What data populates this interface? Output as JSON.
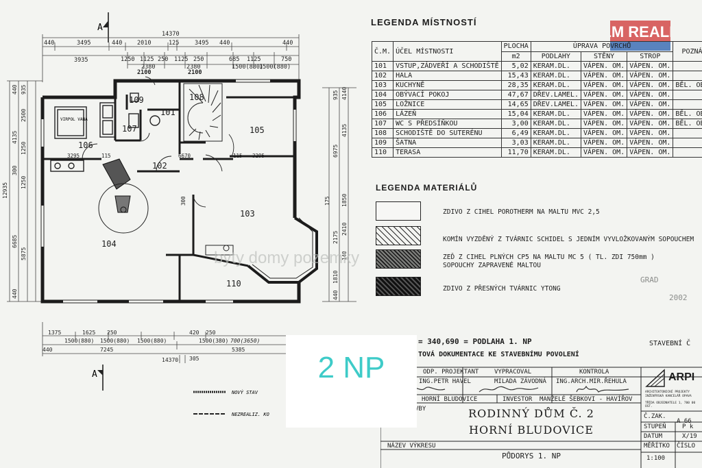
{
  "overlay": {
    "label": "2 NP"
  },
  "watermark": {
    "brand_text": "M&M REALITY",
    "site_text": "byty domy pozemky"
  },
  "drawing": {
    "section_marker": "A",
    "dims_top": {
      "total": "14370",
      "row1": [
        "440",
        "3495",
        "440",
        "2010",
        "125",
        "3495",
        "440",
        "440"
      ],
      "row2": [
        "3935",
        "1250",
        "1125",
        "250",
        "1125",
        "250",
        "685",
        "1125",
        "750"
      ],
      "row3": [
        "2380",
        "2380",
        "1500(880)",
        "1500(880)"
      ],
      "hand1": "2100",
      "hand2": "2100"
    },
    "dims_bottom": {
      "row1": [
        "1375",
        "1500(880)",
        "1625",
        "250",
        "1500(880)",
        "1500(880)",
        "420",
        "250",
        "1500(380)",
        "700(3650)"
      ],
      "row2": [
        "440",
        "7245",
        "5385"
      ],
      "total": "14370",
      "small": "305"
    },
    "dims_left": [
      "440",
      "935",
      "2500",
      "4135",
      "12935",
      "6685",
      "5875",
      "440",
      "1250",
      "300",
      "1250"
    ],
    "dims_right": [
      "935",
      "6975",
      "4135",
      "1850",
      "2175",
      "2410",
      "1810",
      "440",
      "4140"
    ],
    "rooms": [
      {
        "no": "101"
      },
      {
        "no": "102"
      },
      {
        "no": "103"
      },
      {
        "no": "104"
      },
      {
        "no": "105"
      },
      {
        "no": "106"
      },
      {
        "no": "107"
      },
      {
        "no": "108"
      },
      {
        "no": "109"
      },
      {
        "no": "110"
      }
    ],
    "labels": {
      "bath": "VIRPOL VANA",
      "dim_3295a": "3295",
      "dim_3295b": "3295",
      "dim_115a": "115",
      "dim_115b": "115",
      "dim_6670": "6670",
      "dim_300": "300",
      "dim_175": "175",
      "dim_140": "140"
    },
    "notes": {
      "new_state": "NOVÝ STAV",
      "unrealized": "NEZREALIZ. KO"
    }
  },
  "room_legend": {
    "title": "LEGENDA MÍSTNOSTÍ",
    "headers": {
      "no": "Č.M.",
      "purpose": "ÚČEL MÍSTNOSTI",
      "area": "PLOCHA",
      "area_unit": "m2",
      "finish": "ÚPRAVA POVRCHŮ",
      "floor": "PODLAHY",
      "walls": "STĚNY",
      "ceiling": "STROP",
      "note": "POZNÁMKA"
    },
    "rows": [
      {
        "no": "101",
        "name": "VSTUP,ZÁDVEŘÍ A SCHODIŠTĚ",
        "area": "5,02",
        "floor": "KERAM.DL.",
        "walls": "VÁPEN. OM.",
        "ceiling": "VÁPEN. OM.",
        "note": ""
      },
      {
        "no": "102",
        "name": "HALA",
        "area": "15,43",
        "floor": "KERAM.DL.",
        "walls": "VÁPEN. OM.",
        "ceiling": "VÁPEN. OM.",
        "note": ""
      },
      {
        "no": "103",
        "name": "KUCHYNĚ",
        "area": "28,35",
        "floor": "KERAM.DL.",
        "walls": "VÁPEN. OM.",
        "ceiling": "VÁPEN. OM.",
        "note": "BĚL. OBKLAD"
      },
      {
        "no": "104",
        "name": "OBÝVACÍ POKOJ",
        "area": "47,67",
        "floor": "DŘEV.LAMEL.",
        "walls": "VÁPEN. OM.",
        "ceiling": "VÁPEN. OM.",
        "note": ""
      },
      {
        "no": "105",
        "name": "LOŽNICE",
        "area": "14,65",
        "floor": "DŘEV.LAMEL.",
        "walls": "VÁPEN. OM.",
        "ceiling": "VÁPEN. OM.",
        "note": ""
      },
      {
        "no": "106",
        "name": "LÁZEŇ",
        "area": "15,04",
        "floor": "KERAM.DL.",
        "walls": "VÁPEN. OM.",
        "ceiling": "VÁPEN. OM.",
        "note": "BĚL. OBKLAD"
      },
      {
        "no": "107",
        "name": "WC S PŘEDSÍŇKOU",
        "area": "3,00",
        "floor": "KERAM.DL.",
        "walls": "VÁPEN. OM.",
        "ceiling": "VÁPEN. OM.",
        "note": "BĚL. OBKLAD"
      },
      {
        "no": "108",
        "name": "SCHODIŠTĚ DO SUTERÉNU",
        "area": "6,49",
        "floor": "KERAM.DL.",
        "walls": "VÁPEN. OM.",
        "ceiling": "VÁPEN. OM.",
        "note": ""
      },
      {
        "no": "109",
        "name": "ŠATNA",
        "area": "3,03",
        "floor": "KERAM.DL.",
        "walls": "VÁPEN. OM.",
        "ceiling": "VÁPEN. OM.",
        "note": ""
      },
      {
        "no": "110",
        "name": "TERASA",
        "area": "11,70",
        "floor": "KERAM.DL.",
        "walls": "VÁPEN. OM.",
        "ceiling": "VÁPEN. OM.",
        "note": ""
      }
    ]
  },
  "material_legend": {
    "title": "LEGENDA MATERIÁLŮ",
    "items": [
      {
        "text": "ZDIVO Z CIHEL POROTHERM NA MALTU MVC 2,5",
        "text2": ""
      },
      {
        "text": "KOMÍN VYZDĚNÝ Z TVÁRNIC SCHIDEL S JEDNÍM VYVLOŽKOVANÝM SOPOUCHEM",
        "text2": ""
      },
      {
        "text": "ZEĎ Z CIHEL PLNÝCH CP5 NA MALTU MC 5 ( TL. ZDI 750mm )",
        "text2": "SOPOUCHY ZAPRAVENÉ MALTOU"
      },
      {
        "text": "ZDIVO Z PŘESNÝCH TVÁRNIC YTONG",
        "text2": ""
      }
    ],
    "stamp_text": "GRAD",
    "stamp_date": "2002"
  },
  "title_block": {
    "elevation": "= 340,690 = PODLAHA 1. NP",
    "doc_type": "TOVÁ DOKUMENTACE KE STAVEBNÍMU POVOLENÍ",
    "stage": "STAVEBNÍ Č",
    "roles": {
      "project_lead": "ODP. PROJEKTANT",
      "drawn_by": "VYPRACOVAL",
      "checked_by": "KONTROLA"
    },
    "names": {
      "project_lead": "ING.PETR HAVEL",
      "drawn_by": "MILADA ZÁVODNÁ",
      "checked_by": "ING.ARCH.MIR.ŘEHULA"
    },
    "place": "HORNÍ BLUDOVICE",
    "investor_label": "INVESTOR",
    "investor": "MANŽELÉ ŠEBKOVI - HAVÍŘOV",
    "building_label": "VBY",
    "project_title": "RODINNÝ DŮM Č. 2",
    "project_place": "HORNÍ BLUDOVICE",
    "drawing_label": "NÁZEV VÝKRESU",
    "drawing_name": "PŮDORYS 1. NP",
    "company": "ARPI",
    "company_sub1": "ARCHITEKTONICKÉ PROJEKTY",
    "company_sub2": "INŽENÝRSKÁ KANCELÁŘ OPAVA",
    "company_addr": "TŘÍDA OBJEDNATELE 1, 700 00 OST.",
    "meta": [
      {
        "label": "Č.ZAK.",
        "value": "A 66"
      },
      {
        "label": "STUPEŇ",
        "value": "P k"
      },
      {
        "label": "DATUM",
        "value": "X/19"
      },
      {
        "label": "MĚŘÍTKO",
        "value": "1:100"
      }
    ],
    "sheet_label": "ČÍSLO"
  }
}
